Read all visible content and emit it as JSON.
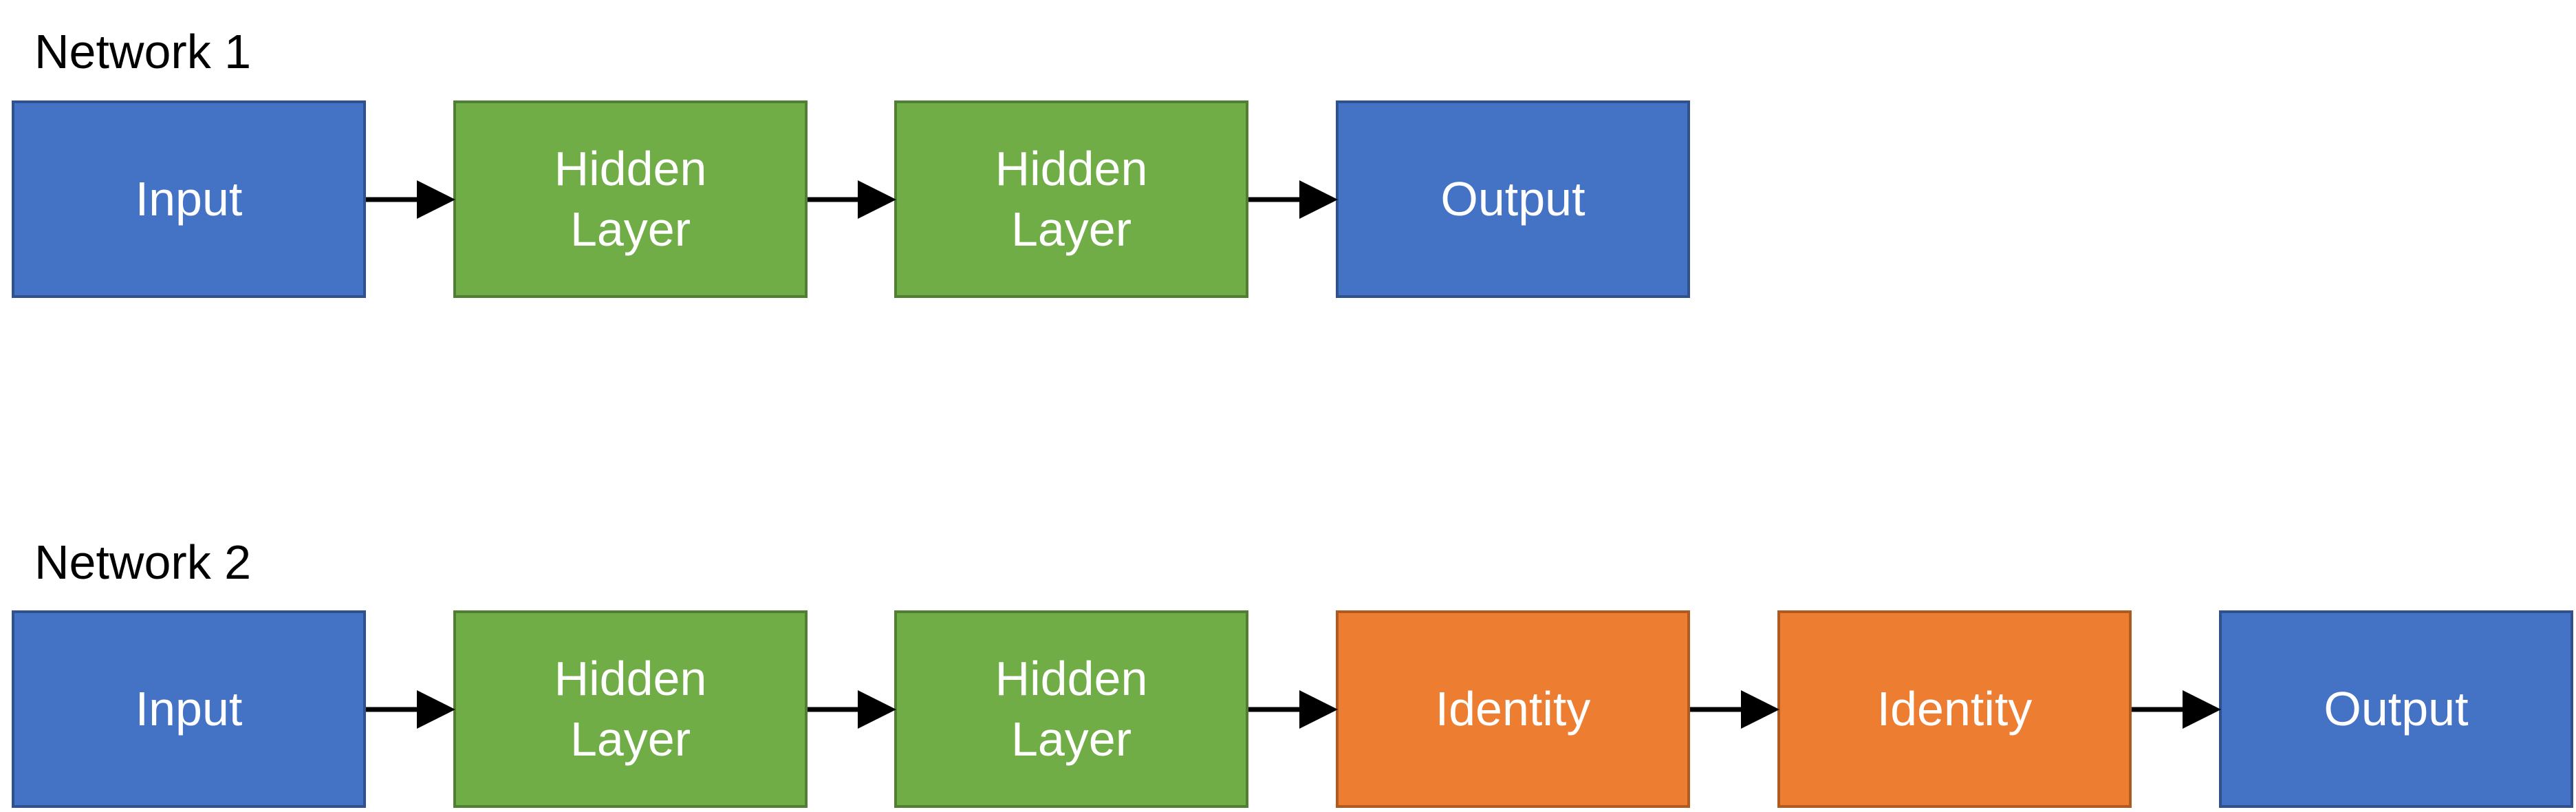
{
  "colors": {
    "input_output_fill": "#4472C4",
    "input_output_border": "#2F528F",
    "hidden_fill": "#70AD47",
    "hidden_border": "#507E32",
    "identity_fill": "#ED7D31",
    "identity_border": "#AE5A21",
    "arrow": "#000000"
  },
  "networks": [
    {
      "title": "Network 1",
      "nodes": [
        {
          "label": "Input",
          "kind": "io"
        },
        {
          "label": "Hidden\nLayer",
          "kind": "hidden"
        },
        {
          "label": "Hidden\nLayer",
          "kind": "hidden"
        },
        {
          "label": "Output",
          "kind": "io"
        }
      ]
    },
    {
      "title": "Network 2",
      "nodes": [
        {
          "label": "Input",
          "kind": "io"
        },
        {
          "label": "Hidden\nLayer",
          "kind": "hidden"
        },
        {
          "label": "Hidden\nLayer",
          "kind": "hidden"
        },
        {
          "label": "Identity",
          "kind": "identity"
        },
        {
          "label": "Identity",
          "kind": "identity"
        },
        {
          "label": "Output",
          "kind": "io"
        }
      ]
    }
  ]
}
